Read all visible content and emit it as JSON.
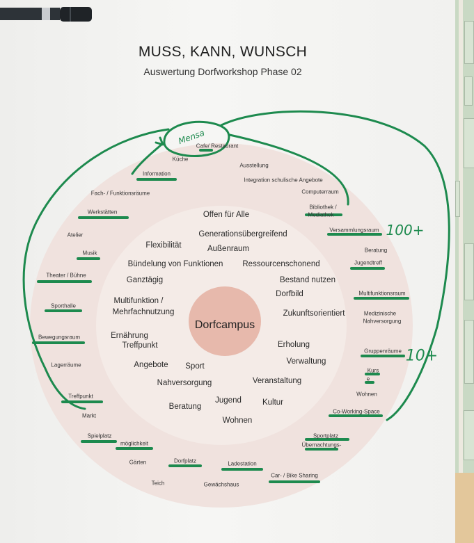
{
  "title": "MUSS, KANN, WUNSCH",
  "subtitle": "Auswertung Dorfworkshop Phase 02",
  "center": "Dorfcampus",
  "inner_ring": [
    "Offen für Alle",
    "Generationsübergreifend",
    "Flexibilität",
    "Außenraum",
    "Bündelung von Funktionen",
    "Ressourcenschonend",
    "Ganztägig",
    "Bestand nutzen",
    "Multifunktion /",
    "Mehrfachnutzung",
    "Dorfbild",
    "Zukunftsorientiert",
    "Ernährung",
    "Treffpunkt",
    "Erholung",
    "Angebote",
    "Sport",
    "Verwaltung",
    "Nahversorgung",
    "Veranstaltung",
    "Beratung",
    "Jugend",
    "Kultur",
    "Wohnen"
  ],
  "outer_ring": [
    "Cafe/ Restaurant",
    "Küche",
    "Ausstellung",
    "Information",
    "Integration schulische Angebote",
    "Computerraum",
    "Fach- / Funktionsräume",
    "Bibliothek /",
    "Mediathek",
    "Werkstätten",
    "Versammlungsraum",
    "Atelier",
    "Musik",
    "Beratung",
    "Jugendtreff",
    "Theater /  Bühne",
    "Multifunktionsraum",
    "Sporthalle",
    "Medizinische",
    "Nahversorgung",
    "Bewegungsraum",
    "Gruppenräume",
    "Lagerräume",
    "Kurs",
    "e",
    "Wohnen",
    "Treffpunkt",
    "Co-Working-Space",
    "Markt",
    "Spielplatz",
    "Sportplatz",
    "Übernachtungs-",
    "möglichkeit",
    "Gärten",
    "Dorfplatz",
    "Ladestation",
    "Teich",
    "Gewächshaus",
    "Car- / Bike Sharing"
  ],
  "annotations": [
    "Mensa",
    "100+",
    "10+"
  ],
  "colors": {
    "outer_ring": "#f0e2de",
    "inner_ring": "#f4ebe7",
    "core": "#e7b9ac",
    "marker": "#1d8a4e"
  }
}
